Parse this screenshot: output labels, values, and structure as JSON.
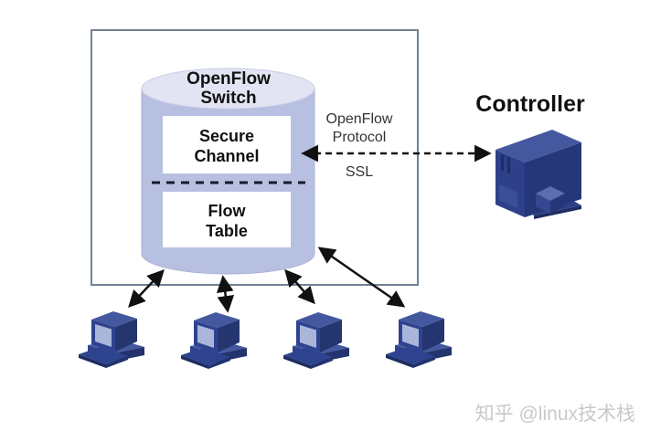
{
  "diagram": {
    "type": "openflow-architecture",
    "switch": {
      "title_line1": "OpenFlow",
      "title_line2": "Switch",
      "secure_channel_line1": "Secure",
      "secure_channel_line2": "Channel",
      "flow_table_line1": "Flow",
      "flow_table_line2": "Table"
    },
    "link": {
      "protocol_line1": "OpenFlow",
      "protocol_line2": "Protocol",
      "ssl": "SSL",
      "style": "dashed-double-arrow"
    },
    "controller": {
      "label": "Controller"
    },
    "hosts": {
      "count": 4,
      "link_style": "solid-double-arrow"
    },
    "watermark": {
      "text": "知乎 @linux技术栈"
    },
    "icons": {
      "controller": "server-tower-icon",
      "host": "desktop-workstation-icon"
    },
    "colors": {
      "cylinder_body": "#b8c0e1",
      "cylinder_top": "#e2e4f3",
      "inner_box_fill": "#ffffff",
      "boundary_border": "#6f8294",
      "arrow": "#111111",
      "navy_front": "#2e4390",
      "navy_top": "#44589f",
      "navy_side": "#243570",
      "screen": "#a9b5d9",
      "watermark": "#c9c9c9"
    }
  }
}
